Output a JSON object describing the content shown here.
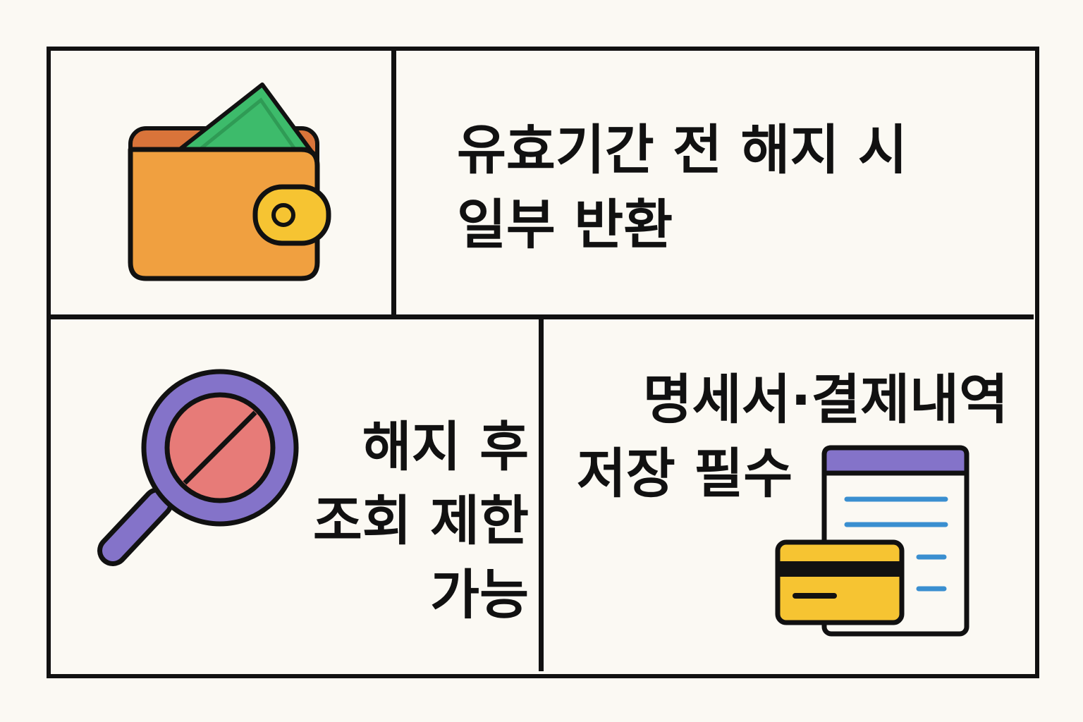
{
  "panels": {
    "refund": {
      "icon": "wallet-icon",
      "lines": [
        "유효기간 전 해지 시",
        "일부 반환"
      ]
    },
    "restriction": {
      "icon": "magnifier-prohibited-icon",
      "lines": [
        "해지 후",
        "조회 제한",
        "가능"
      ]
    },
    "records": {
      "icon": "receipt-card-icon",
      "lines": [
        "명세서·결제내역",
        "저장 필수"
      ]
    }
  },
  "colors": {
    "outline": "#111111",
    "background": "#fbf9f3",
    "wallet": "#f0a040",
    "wallet_inner": "#d9743a",
    "money": "#3dbb6b",
    "clasp": "#f6c432",
    "magnifier": "#8473c9",
    "prohibited": "#e77b78",
    "receipt_header": "#8473c9",
    "receipt_lines": "#3a8fd0",
    "card": "#f6c432"
  }
}
